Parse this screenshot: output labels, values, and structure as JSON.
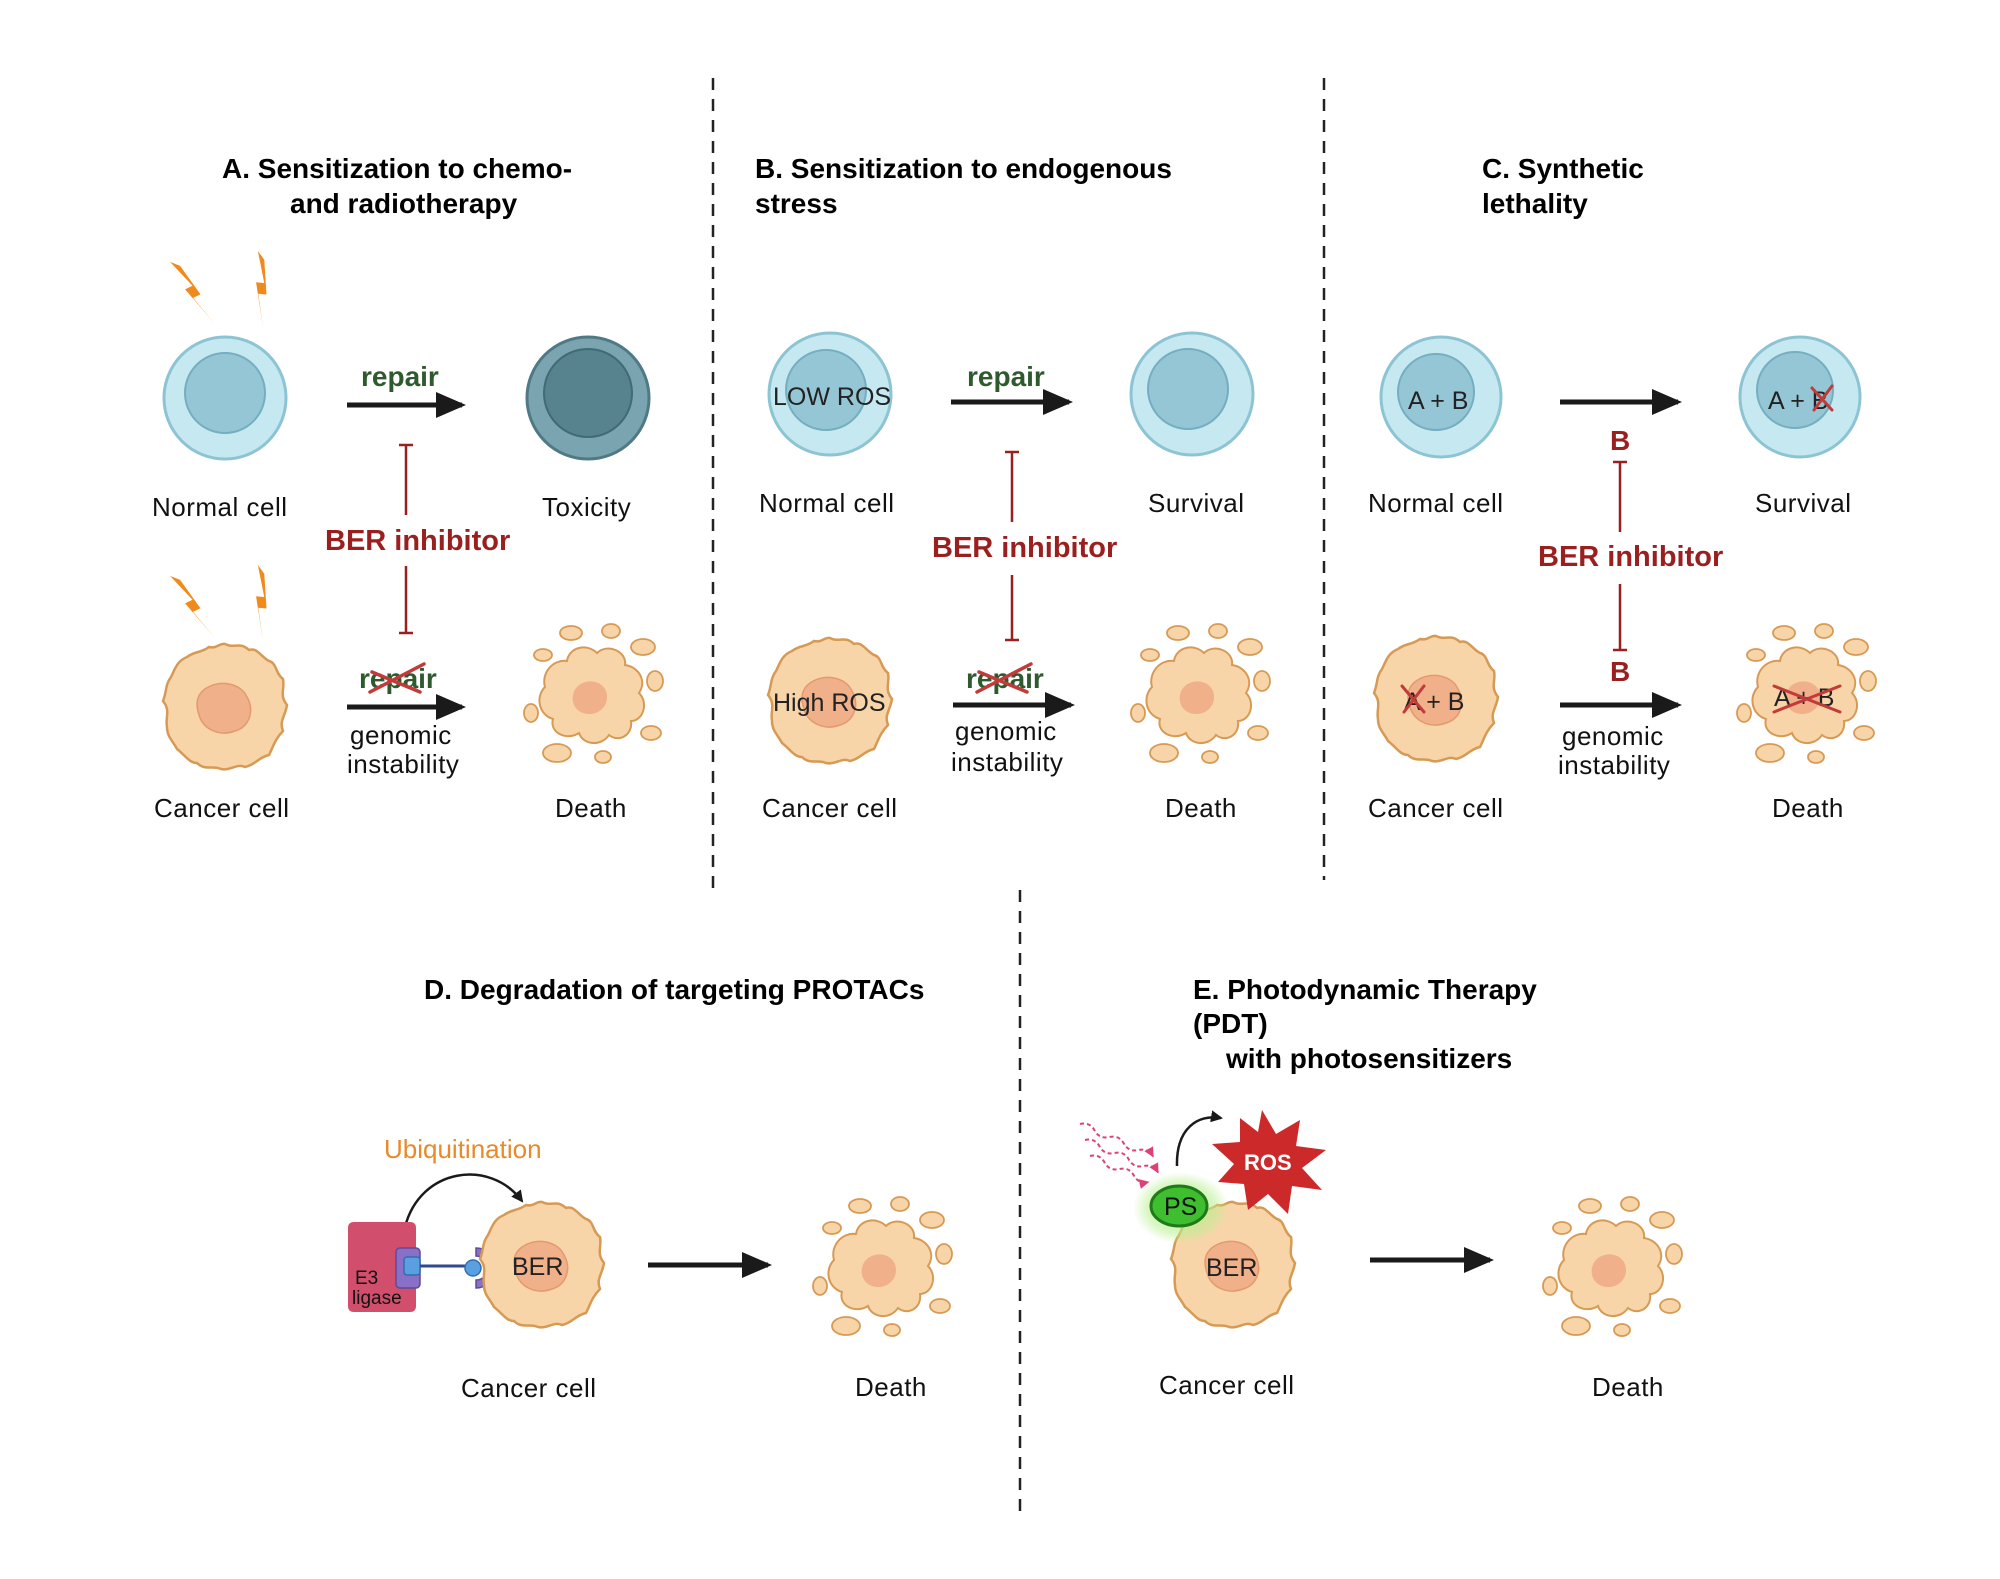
{
  "panels": {
    "a": {
      "title": [
        "A. Sensitization to chemo-",
        "and radiotherapy"
      ],
      "normal": "Normal cell",
      "cancer": "Cancer cell",
      "repair": "repair",
      "repair_crossed": "repair",
      "inhibitor": "BER inhibitor",
      "outcome_normal": "Toxicity",
      "outcome_cancer": "Death",
      "instability": [
        "genomic",
        "instability"
      ]
    },
    "b": {
      "title": [
        "B. Sensitization to endogenous",
        "stress"
      ],
      "normal": "Normal cell",
      "cancer": "Cancer cell",
      "normal_inner": "LOW ROS",
      "cancer_inner": "High ROS",
      "repair": "repair",
      "repair_crossed": "repair",
      "inhibitor": "BER inhibitor",
      "outcome_normal": "Survival",
      "outcome_cancer": "Death",
      "instability": [
        "genomic",
        "instability"
      ]
    },
    "c": {
      "title": [
        "C. Synthetic",
        "lethality"
      ],
      "normal": "Normal cell",
      "cancer": "Cancer cell",
      "normal_inner_a": "A + B",
      "survival_inner_a": "A + ",
      "survival_inner_b": "B",
      "cancer_inner_a": "A",
      "cancer_inner_b": " + B",
      "death_inner": "A + B",
      "b_top": "B",
      "b_bottom": "B",
      "inhibitor": "BER inhibitor",
      "outcome_normal": "Survival",
      "outcome_cancer": "Death",
      "instability": [
        "genomic",
        "instability"
      ]
    },
    "d": {
      "title": "D. Degradation of targeting PROTACs",
      "ubiquitination": "Ubiquitination",
      "e3": [
        "E3",
        "ligase"
      ],
      "ber": "BER",
      "cancer": "Cancer cell",
      "death": "Death"
    },
    "e": {
      "title": [
        "E. Photodynamic Therapy",
        "(PDT)",
        "with photosensitizers"
      ],
      "ros": "ROS",
      "ps": "PS",
      "ber": "BER",
      "cancer": "Cancer cell",
      "death": "Death"
    }
  },
  "colors": {
    "normal_cell": "#c5e8f1",
    "normal_nucleus": "#94c6d6",
    "tox_cell": "#7aa4af",
    "tox_nucleus": "#57838f",
    "cancer_cell": "#f8d5a9",
    "cancer_nucleus": "#f0b08a",
    "cell_edge": "#d79a55",
    "bolt": "#f08a1c",
    "arrow": "#1a1a1a",
    "inhibit": "#9a2020",
    "cross": "#c23a3a",
    "e3": "#d14f6d",
    "ros_star": "#cc2a2a",
    "ps": "#3fbf2f",
    "light": "#e0407a"
  }
}
